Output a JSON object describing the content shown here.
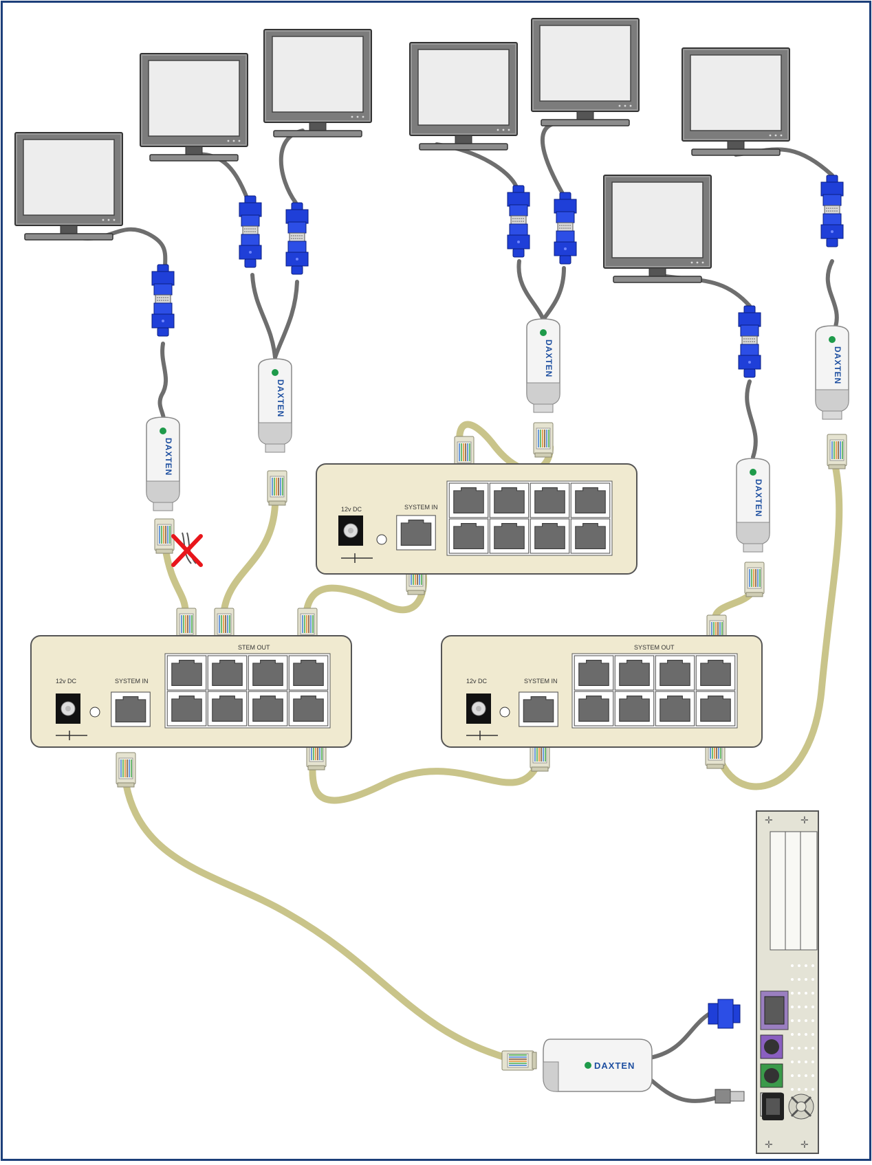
{
  "diagram": {
    "brand_label": "DAXTEN",
    "power_label": "12v DC",
    "system_in_label": "SYSTEM IN",
    "system_out_label": "SYSTEM OUT",
    "system_out_visible_fragment": "STEM OUT",
    "disconnected_marker": "×",
    "monitor_count": 7,
    "splitter_count": 3,
    "colors": {
      "frame_border": "#1c3f7a",
      "cat5_cable": "#c9c48a",
      "vga_cable": "#6e6e6e",
      "vga_connector": "#1f3fd8",
      "splitter_body": "#f0ead0",
      "rj45_port": "#6b6b6b",
      "brand": "#1e4fa0",
      "cross": "#e8161b"
    },
    "icons": {
      "monitor": "monitor-icon",
      "receiver": "daxten-receiver-icon",
      "transmitter": "daxten-transmitter-icon",
      "computer": "computer-tower-icon",
      "disconnected": "cross-icon"
    }
  }
}
